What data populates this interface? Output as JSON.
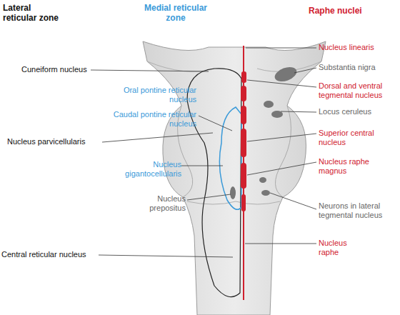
{
  "diagram": {
    "labels": [
      "Lateral reticular zone",
      "Medial reticular zone",
      "Raphe nuclei",
      "Nucleus linearis",
      "Cuneiform nucleus",
      "Substantia nigra",
      "Oral pontine reticular nucleus",
      "Dorsal and ventral tegmental nucleus",
      "Caudal pontine reticular nucleus",
      "Locus ceruleus",
      "Nucleus parvicellularis",
      "Superior central nucleus",
      "Nucleus gigantocellularis",
      "Nucleus raphe magnus",
      "Nucleus prepositus",
      "Neurons in lateral tegmental nucleus",
      "Central reticular nucleus",
      "Nucleus raphe"
    ]
  }
}
